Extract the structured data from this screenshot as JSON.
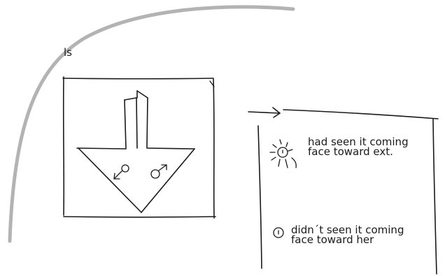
{
  "corner_label": "ls",
  "legend": [
    {
      "icon": "face-toward-exit-alerted-icon",
      "lines": [
        "had seen it coming",
        "face toward ext."
      ]
    },
    {
      "icon": "face-toward-her-icon",
      "lines": [
        "didn´t seen it coming",
        "face toward her"
      ]
    }
  ],
  "colors": {
    "ink": "#1a1a1a",
    "border_arc": "#b3b3b3",
    "background": "#ffffff"
  }
}
